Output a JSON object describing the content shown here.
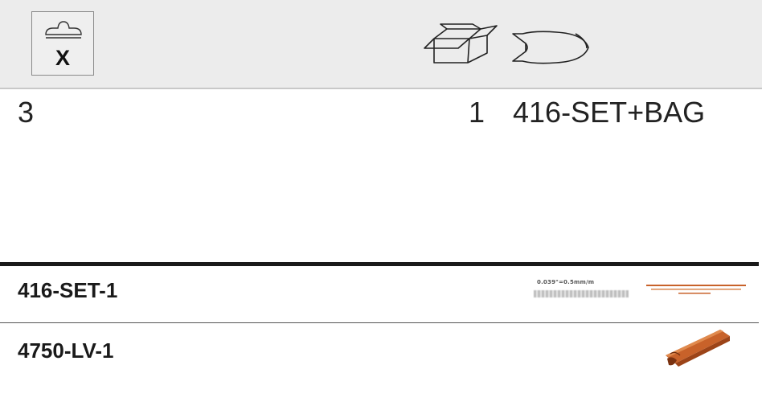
{
  "header": {
    "hang_symbol": "X",
    "icons": [
      "hanger-icon",
      "box-icon",
      "fish-icon"
    ]
  },
  "main": {
    "quantity_left": "3",
    "quantity_right": "1",
    "set_code": "416-SET+BAG"
  },
  "items": [
    {
      "code": "416-SET-1",
      "thumbnail_text": "0.039\"=0.5mm/m"
    },
    {
      "code": "4750-LV-1"
    }
  ],
  "colors": {
    "header_background": "#ececec",
    "rule": "#1a1a1a",
    "copper": "#c8622a"
  }
}
